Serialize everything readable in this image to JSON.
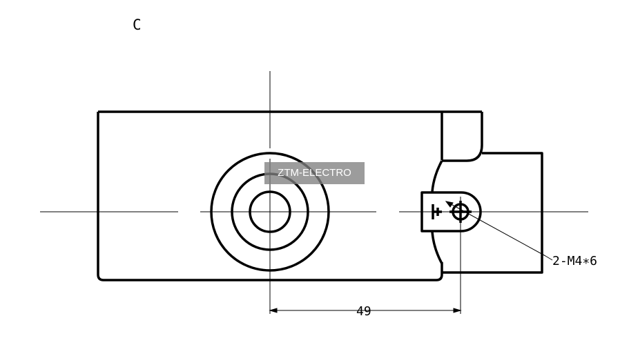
{
  "view": {
    "label": "C"
  },
  "watermark": {
    "text": "ZTM-ELECTRO"
  },
  "dimensions": {
    "horizontal": "49"
  },
  "callouts": {
    "screw": "2-M4∗6"
  },
  "colors": {
    "line": "#000000",
    "watermark_bg": "#808080",
    "watermark_text": "#ffffff"
  }
}
